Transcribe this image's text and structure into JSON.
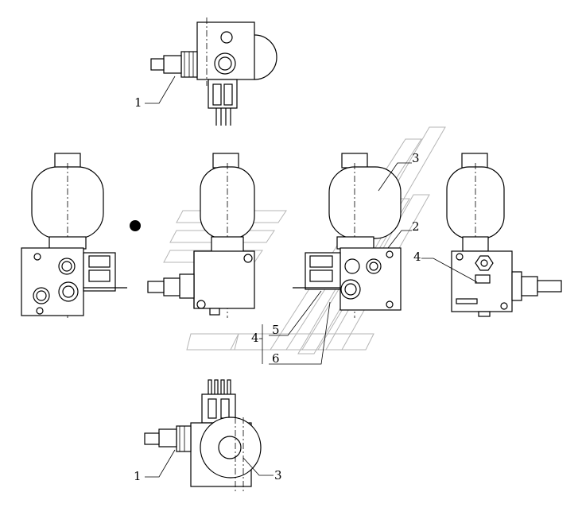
{
  "callouts": {
    "top_1": "1",
    "bottom_1": "1",
    "bottom_3": "3",
    "accumulator_3": "3",
    "block_2": "2",
    "block_4_left": "4",
    "bracket_4": "4",
    "bracket_5": "5",
    "bracket_6": "6"
  },
  "marker": "filled-circle-dot",
  "colors": {
    "line": "#000000",
    "watermark": "#b5b5b5",
    "background": "#ffffff"
  }
}
